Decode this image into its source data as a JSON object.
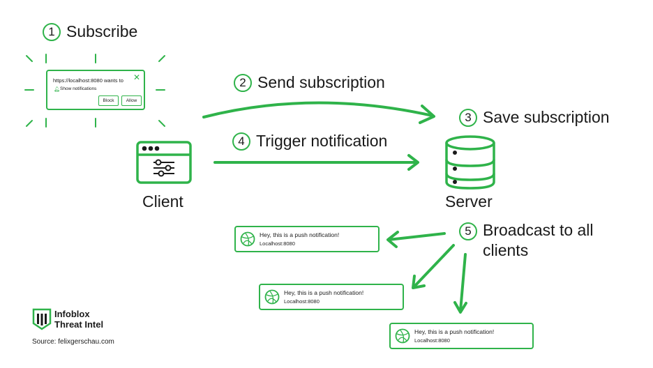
{
  "steps": [
    {
      "num": "1",
      "label": "Subscribe"
    },
    {
      "num": "2",
      "label": "Send subscription"
    },
    {
      "num": "3",
      "label": "Save subscription"
    },
    {
      "num": "4",
      "label": "Trigger notification"
    },
    {
      "num": "5",
      "label": "Broadcast to all clients"
    }
  ],
  "popup": {
    "url_text": "https://localhost:8080 wants to",
    "permission_text": "Show notifications",
    "block_label": "Block",
    "allow_label": "Allow"
  },
  "client_label": "Client",
  "server_label": "Server",
  "notification": {
    "title": "Hey, this is a push notification!",
    "host": "Localhost:8080"
  },
  "brand": {
    "line1": "Infoblox",
    "line2": "Threat Intel"
  },
  "source": "Source: felixgerschau.com",
  "colors": {
    "accent": "#2fb34a",
    "text": "#1a1a1a"
  }
}
